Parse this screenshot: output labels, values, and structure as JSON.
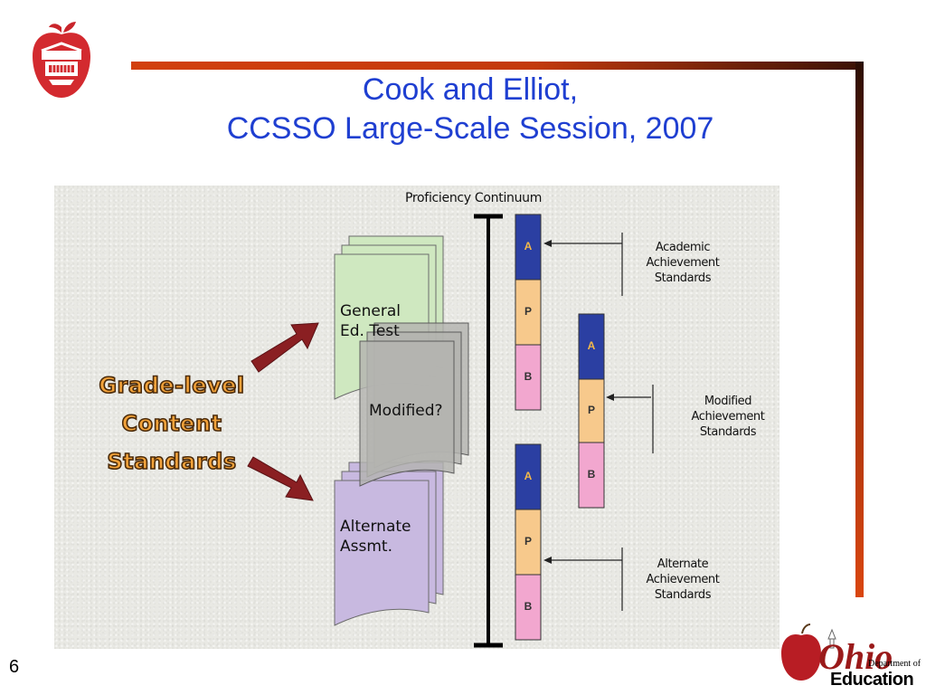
{
  "slide": {
    "title_line1": "Cook and Elliot,",
    "title_line2": "CCSSO Large-Scale Session, 2007",
    "page_number": "6"
  },
  "logos": {
    "ohio_script": "Ohio",
    "ohio_department": "Department of",
    "ohio_education": "Education"
  },
  "diagram": {
    "continuum_title": "Proficiency Continuum",
    "grade_level_lines": [
      "Grade-level",
      "Content",
      "Standards"
    ],
    "general_doc_lines": [
      "General",
      "Ed. Test"
    ],
    "modified_doc": "Modified?",
    "alternate_doc_lines": [
      "Alternate",
      "Assmt."
    ],
    "segments": {
      "a": "A",
      "p": "P",
      "b": "B"
    },
    "academic_lines": [
      "Academic",
      "Achievement",
      "Standards"
    ],
    "modified_lines": [
      "Modified",
      "Achievement",
      "Standards"
    ],
    "alternate_lines": [
      "Alternate",
      "Achievement",
      "Standards"
    ]
  },
  "colors": {
    "title": "#1f3fd1",
    "segment_a": "#2b3fa2",
    "segment_p": "#f7c98c",
    "segment_b": "#f2a7cf",
    "doc_general": "#cfe8c0",
    "doc_modified": "#b3b3b0",
    "doc_alternate": "#c8b9e0",
    "arrow": "#8a1f22"
  }
}
